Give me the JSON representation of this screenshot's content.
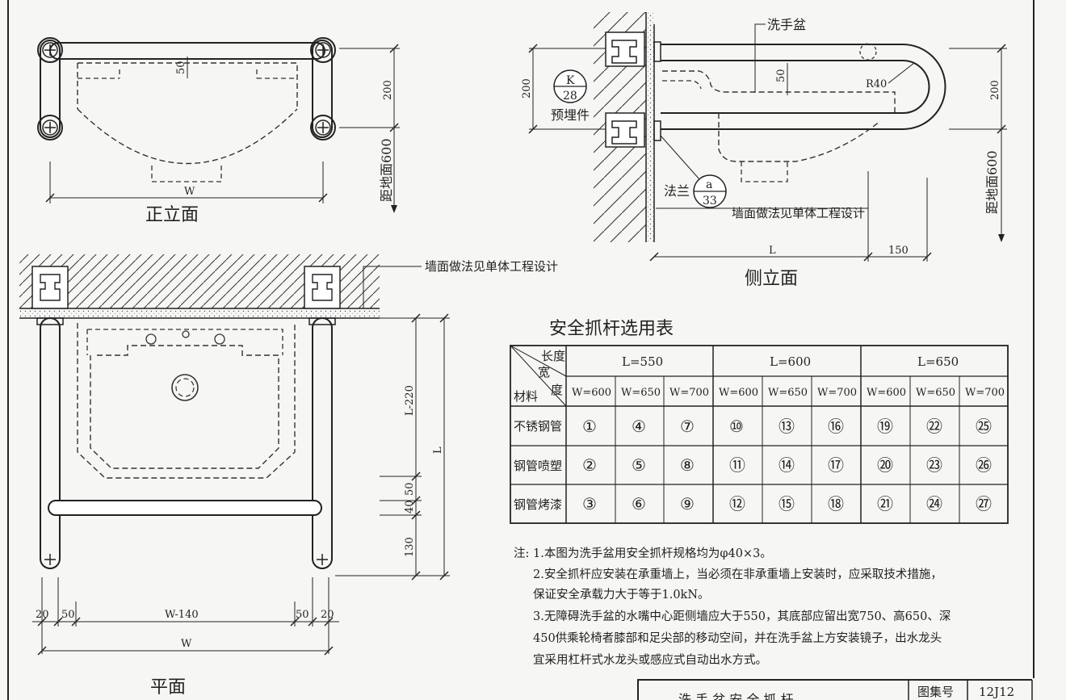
{
  "views": {
    "front_title": "正立面",
    "side_title": "侧立面",
    "plan_title": "平面"
  },
  "labels": {
    "basin": "洗手盆",
    "embedded": "预埋件",
    "flange": "法兰",
    "wall_note": "墙面做法见单体工程设计",
    "floor_front": "距地面600",
    "floor_side": "距地面600",
    "radius": "R40",
    "ref_k_top": "K",
    "ref_k_bottom": "28",
    "ref_a_top": "a",
    "ref_a_bottom": "33"
  },
  "dims": {
    "front_50": "50",
    "front_200": "200",
    "front_w": "W",
    "side_200": "200",
    "side_50": "50",
    "side_200_right": "200",
    "side_l": "L",
    "side_150": "150",
    "plan_l220": "L-220",
    "plan_l": "L",
    "plan_50": "50",
    "plan_40": "40",
    "plan_130": "130",
    "plan_20a": "20",
    "plan_50a": "50",
    "plan_w140": "W-140",
    "plan_50b": "50",
    "plan_20b": "20",
    "plan_w": "W"
  },
  "table": {
    "title": "安全抓杆选用表",
    "corner_top": "长度",
    "corner_mid_a": "宽",
    "corner_mid_b": "度",
    "corner_bottom": "材料",
    "groups": [
      "L=550",
      "L=600",
      "L=650"
    ],
    "widths": [
      "W=600",
      "W=650",
      "W=700",
      "W=600",
      "W=650",
      "W=700",
      "W=600",
      "W=650",
      "W=700"
    ],
    "rows": [
      {
        "material": "不锈钢管",
        "cells": [
          "①",
          "④",
          "⑦",
          "⑩",
          "⑬",
          "⑯",
          "⑲",
          "㉒",
          "㉕"
        ]
      },
      {
        "material": "钢管喷塑",
        "cells": [
          "②",
          "⑤",
          "⑧",
          "⑪",
          "⑭",
          "⑰",
          "⑳",
          "㉓",
          "㉖"
        ]
      },
      {
        "material": "钢管烤漆",
        "cells": [
          "③",
          "⑥",
          "⑨",
          "⑫",
          "⑮",
          "⑱",
          "㉑",
          "㉔",
          "㉗"
        ]
      }
    ]
  },
  "notes": {
    "prefix": "注: 1.本图为洗手盆用安全抓杆规格均为φ40×3。",
    "line2": "2.安全抓杆应安装在承重墙上，当必须在非承重墙上安装时，应采取技术措施，",
    "line3": "保证安全承载力大于等于1.0kN。",
    "line4": "3.无障碍洗手盆的水嘴中心距侧墙应大于550，其底部应留出宽750、高650、深",
    "line5": "450供乘轮椅者膝部和足尖部的移动空间，并在洗手盆上方安装镜子，出水龙头",
    "line6": "宜采用杠杆式水龙头或感应式自动出水方式。"
  },
  "title_block": {
    "title": "洗 手 盆 安 全 抓 杆",
    "atlas_label": "图集号",
    "atlas_no": "12J12"
  }
}
